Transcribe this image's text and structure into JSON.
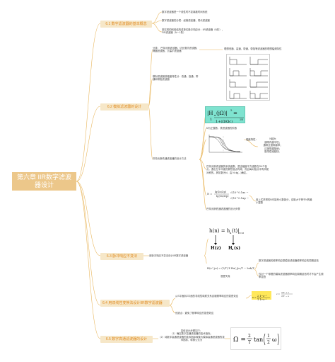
{
  "root": {
    "title": "第六章 IIR数字滤波器设计"
  },
  "branches": [
    {
      "label": "6.1  数字滤波器的基本概念"
    },
    {
      "label": "6.2  模拟滤波器的设计"
    },
    {
      "label": "6.3  脉冲响应不变法"
    },
    {
      "label": "6.4  用双线性变换法设计IIR数字滤波器"
    },
    {
      "label": "6.5  数字高通滤波器的设计"
    }
  ],
  "b1": {
    "items": [
      "数字滤波器是一个线性时不变离散时间系统",
      "数字滤波器的分类：经典滤波器、现代滤波器",
      "按实现的网络结构或单位脉冲响应分：IIR滤波器（N阶）、FIR滤波器（N－1阶）"
    ]
  },
  "b2": {
    "classify": "分类：  巴特沃斯滤波器、切比雪夫滤波器、椭圆滤波器、贝塞尔滤波器",
    "ideal": "理想低通、高通、带通、带阻等滤波器的理想幅频特性",
    "band": "模拟滤波器按幅度特性分：低通、高通、带通和带阻滤波器",
    "n_param": "N为正整数，表滤波器的阶数",
    "n_notes": [
      "N越大",
      "通带内越平坦；",
      "通带过渡带越窄；",
      "过渡带越陡峭；",
      "阻带衰减越快。"
    ],
    "mag_label": "幅度特性：",
    "design": "巴特沃斯低通滤波器的设计方法",
    "design_text": "巴特沃斯滤波器的系统函数，是由幅度平方函数在2N个极点，逸出左半平面的那些极点构成，而且每对极点中有共轭对称的。其阶数为N，由 N=lg(...)确定。",
    "formula_note": "用上式求得的N可能有小数部分，应取大于等于N的最小整数",
    "summary": "巴特沃斯低通滤波器的设计步骤"
  },
  "b3": {
    "main": "用脉冲响应不变法设计IIR数字滤波器",
    "mapping_note": "数字滤波器的频率响应是模拟滤波器频率响应的周期延拓",
    "alias_note": "仅对一个带限的模拟滤波器频率响应周期延拓时才不会产生频率混叠",
    "alias_label": "混叠失真",
    "formula": {
      "h": "h(n) = h",
      "sub": "a",
      "arg": "(t)|",
      "sub2": "t=nT",
      "H": "H(z)",
      "Ha": "H",
      "Ha_sub": "a",
      "Ha_arg": "(s)"
    }
  },
  "b4": {
    "items": [
      "从S平面到Z平面的非线性映射关系克服频率响应的混叠效应",
      "优缺点：避免了频率响应的混叠效应"
    ],
    "formula": {
      "s": "s = ",
      "num": "2  1 − z",
      "den": "T  1 + z"
    }
  },
  "b5": {
    "steps_title": "具体设计步骤如下：",
    "steps": [
      "（1）确定数字高通滤波器的技术指标。",
      "（2）将数字高通滤波器的技术指标转换为模拟高通滤波器的技术指标，转换公式为"
    ],
    "formula": {
      "lhs": "Ω = ",
      "frac_num": "2",
      "frac_den": "T",
      "fn": "tan",
      "inner_num": "1",
      "inner_den": "2",
      "omega": "ω"
    }
  },
  "colors": {
    "branch_bg": "#f6e7c8",
    "branch_text": "#e08a1e",
    "root_bg": "#ecc78a",
    "line": "#e9b860",
    "formula_bg": "#7fe3d0"
  }
}
